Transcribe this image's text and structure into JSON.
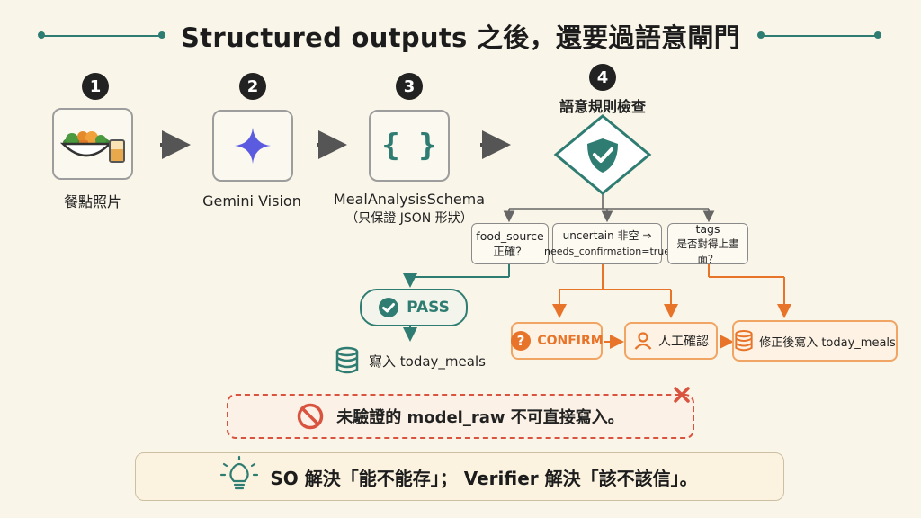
{
  "title": "Structured outputs 之後，還要過語意閘門",
  "steps": [
    {
      "num": "1",
      "label": "餐點照片"
    },
    {
      "num": "2",
      "label": "Gemini Vision"
    },
    {
      "num": "3",
      "label": "MealAnalysisSchema",
      "sub": "（只保證 JSON 形狀）"
    },
    {
      "num": "4",
      "label": "語意規則檢查"
    }
  ],
  "checks": [
    {
      "line1": "food_source",
      "line2": "正確？"
    },
    {
      "line1": "uncertain 非空 ⇒",
      "line2": "needs_confirmation=true"
    },
    {
      "line1": "tags",
      "line2": "是否對得上畫面？"
    }
  ],
  "pass": {
    "label": "PASS",
    "target": "寫入 today_meals"
  },
  "confirm": {
    "label": "CONFIRM",
    "human": "人工確認",
    "fix": "修正後寫入 today_meals"
  },
  "warning": "未驗證的 model_raw 不可直接寫入。",
  "tip": "SO 解決「能不能存」； Verifier 解決「該不該信」。",
  "colors": {
    "teal": "#2f7d72",
    "orange": "#e8742a",
    "red": "#d9533f",
    "gemini": "#5b5be0",
    "background": "#faf5e9"
  },
  "icons": [
    "food-bowl-icon",
    "gemini-star-icon",
    "braces-icon",
    "shield-check-icon",
    "check-circle-icon",
    "database-icon",
    "question-icon",
    "person-icon",
    "no-entry-icon",
    "x-icon",
    "lightbulb-icon"
  ]
}
